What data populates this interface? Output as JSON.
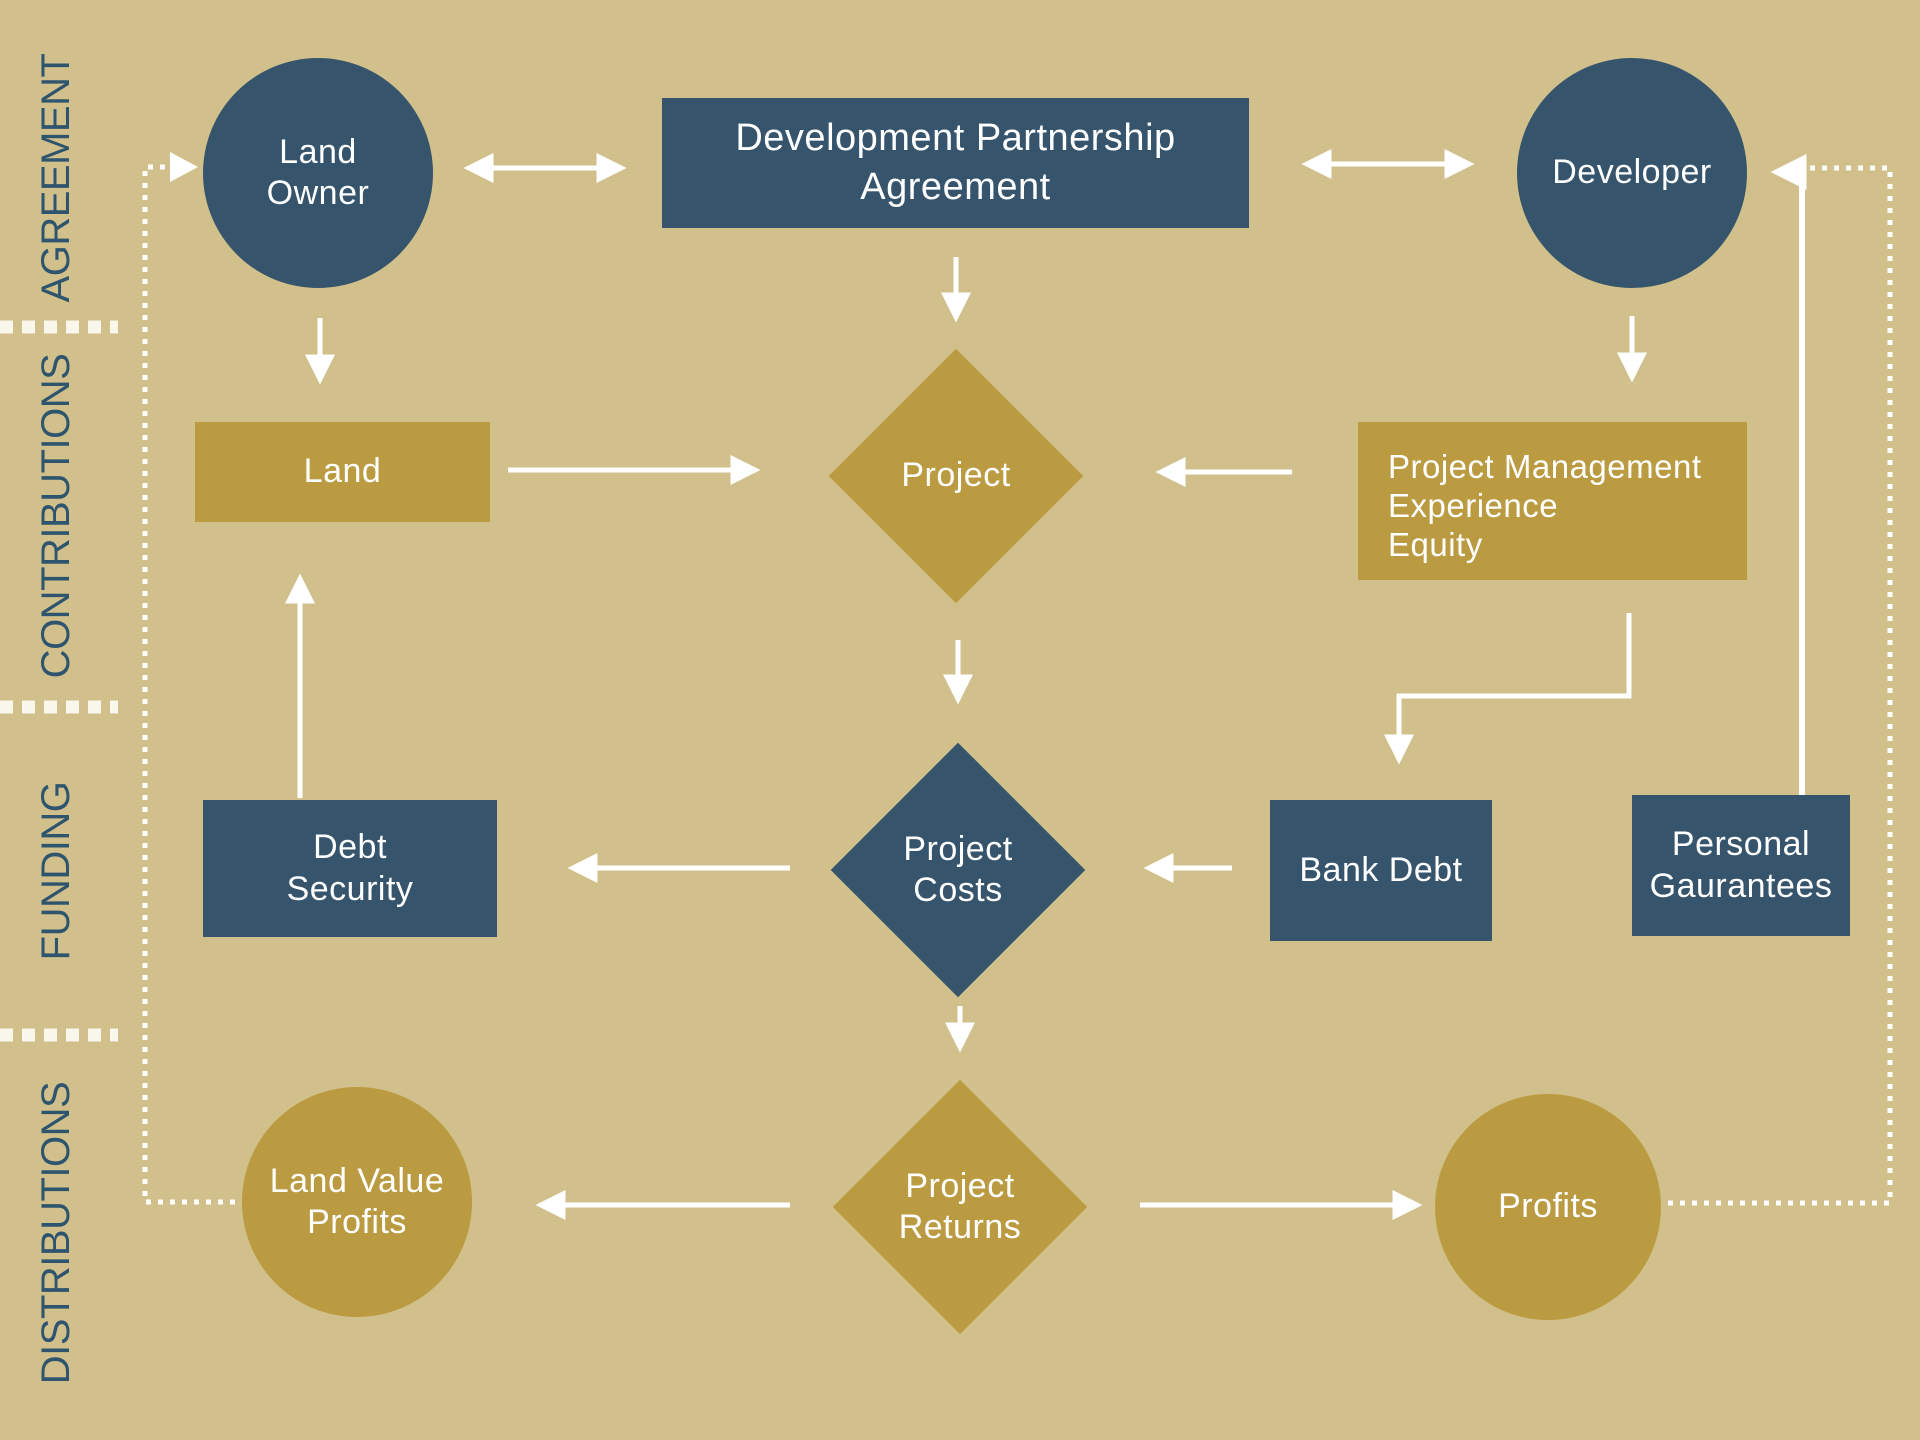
{
  "colors": {
    "background": "#d2c08c",
    "navy": "#36546c",
    "gold": "#bb9b41",
    "label_text": "#2f556e",
    "connector": "#ffffff",
    "divider": "#f9f6ec"
  },
  "sections": [
    {
      "label": "AGREEMENT"
    },
    {
      "label": "CONTRIBUTIONS"
    },
    {
      "label": "FUNDING"
    },
    {
      "label": "DISTRIBUTIONS"
    }
  ],
  "nodes": {
    "land_owner": {
      "lines": [
        "Land",
        "Owner"
      ]
    },
    "agreement": {
      "lines": [
        "Development Partnership",
        "Agreement"
      ]
    },
    "developer": {
      "lines": [
        "Developer"
      ]
    },
    "land": {
      "lines": [
        "Land"
      ]
    },
    "project": {
      "lines": [
        "Project"
      ]
    },
    "project_management": {
      "lines": [
        "Project Management",
        "Experience",
        "Equity"
      ]
    },
    "debt_security": {
      "lines": [
        "Debt",
        "Security"
      ]
    },
    "project_costs": {
      "lines": [
        "Project",
        "Costs"
      ]
    },
    "bank_debt": {
      "lines": [
        "Bank Debt"
      ]
    },
    "personal_guarantees": {
      "lines": [
        "Personal",
        "Gaurantees"
      ]
    },
    "land_value_profits": {
      "lines": [
        "Land Value",
        "Profits"
      ]
    },
    "project_returns": {
      "lines": [
        "Project",
        "Returns"
      ]
    },
    "profits": {
      "lines": [
        "Profits"
      ]
    }
  }
}
